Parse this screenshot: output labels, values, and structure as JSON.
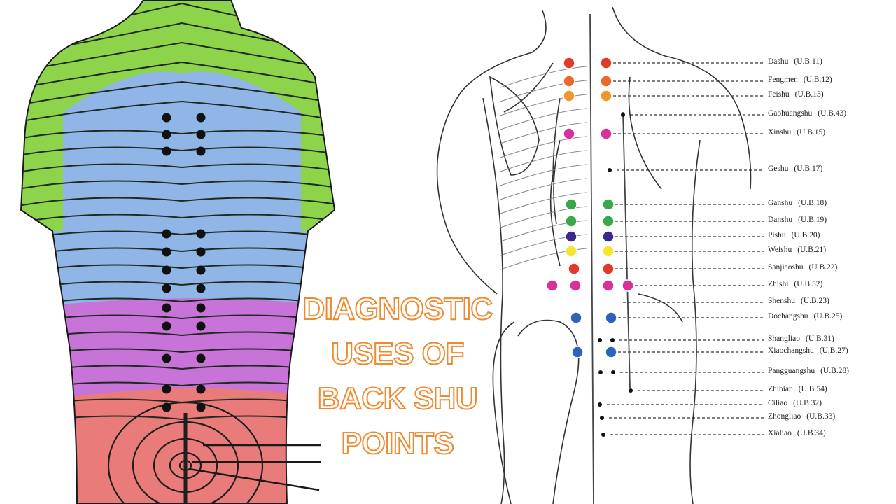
{
  "title": {
    "lines": [
      "DIAGNOSTIC",
      "USES OF",
      "BACK SHU",
      "POINTS"
    ]
  },
  "colors": {
    "title_text": "#ffffff",
    "title_outline": "#f08a30",
    "zone_green": "#8dd44a",
    "zone_blue": "#8fb6e6",
    "zone_purple": "#c873d8",
    "zone_red": "#ea7b7b"
  },
  "points": [
    {
      "name": "Dashu",
      "code": "(U.B.11)",
      "color": "#e03a28"
    },
    {
      "name": "Fengmen",
      "code": "(U.B.12)",
      "color": "#ea6a2a"
    },
    {
      "name": "Feishu",
      "code": "(U.B.13)",
      "color": "#f0962e"
    },
    {
      "name": "Gaohuangshu",
      "code": "(U.B.43)",
      "color": "#111111"
    },
    {
      "name": "Xinshu",
      "code": "(U.B.15)",
      "color": "#d8319a"
    },
    {
      "name": "Geshu",
      "code": "(U.B.17)",
      "color": "#111111"
    },
    {
      "name": "Ganshu",
      "code": "(U.B.18)",
      "color": "#3aa84a"
    },
    {
      "name": "Danshu",
      "code": "(U.B.19)",
      "color": "#3aa84a"
    },
    {
      "name": "Pishu",
      "code": "(U.B.20)",
      "color": "#3b2a8c"
    },
    {
      "name": "Weishu",
      "code": "(U.B.21)",
      "color": "#f2e632"
    },
    {
      "name": "Sanjiaoshu",
      "code": "(U.B.22)",
      "color": "#e03a28"
    },
    {
      "name": "Zhishi",
      "code": "(U.B.52)",
      "color": "#d8319a"
    },
    {
      "name": "Shenshu",
      "code": "(U.B.23)",
      "color": "#d8319a"
    },
    {
      "name": "Dochangshu",
      "code": "(U.B.25)",
      "color": "#2d63b8"
    },
    {
      "name": "Shangliao",
      "code": "(U.B.31)",
      "color": "#111111"
    },
    {
      "name": "Xiaochangshu",
      "code": "(U.B.27)",
      "color": "#2d63b8"
    },
    {
      "name": "Pangguangshu",
      "code": "(U.B.28)",
      "color": "#111111"
    },
    {
      "name": "Zhibian",
      "code": "(U.B.54)",
      "color": "#111111"
    },
    {
      "name": "Ciliao",
      "code": "(U.B.32)",
      "color": "#111111"
    },
    {
      "name": "Zhongliao",
      "code": "(U.B.33)",
      "color": "#111111"
    },
    {
      "name": "Xialiao",
      "code": "(U.B.34)",
      "color": "#111111"
    }
  ]
}
